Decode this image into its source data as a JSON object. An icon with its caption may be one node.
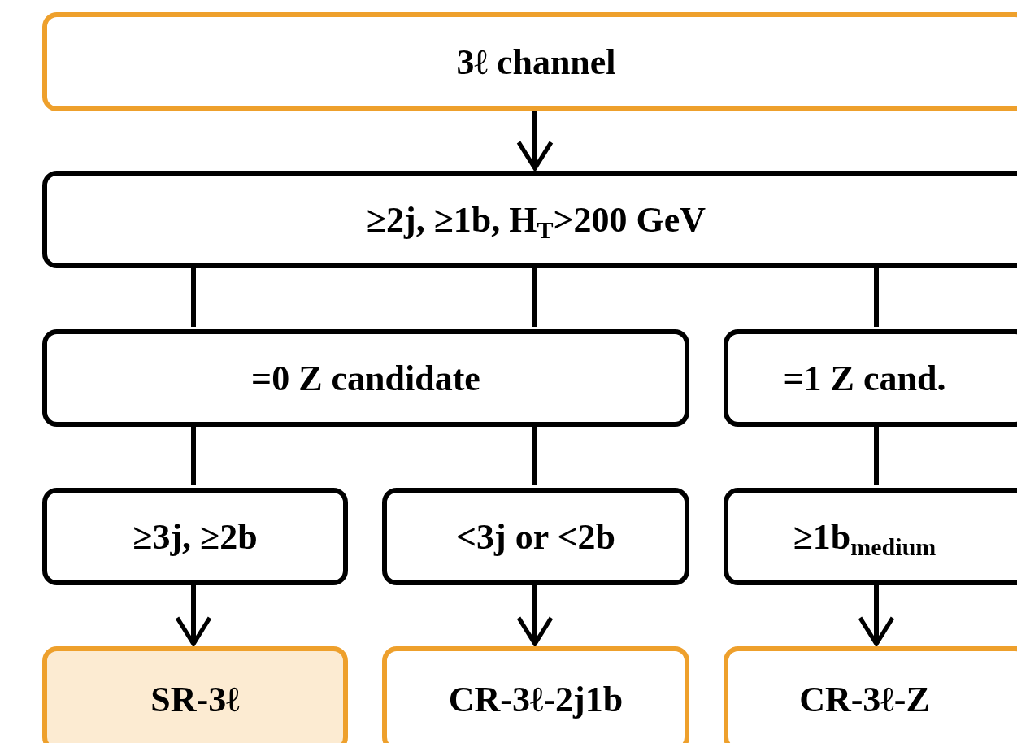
{
  "diagram": {
    "nodes": [
      {
        "text": [
          "3ℓ channel"
        ]
      },
      {
        "text": [
          "≥2j, ≥1b, H$_{T}$>200 GeV"
        ]
      },
      {
        "text": [
          "=0 Z candidate"
        ]
      },
      {
        "text": [
          "=1 Z cand."
        ]
      },
      {
        "text": [
          "≥3j, ≥2b"
        ]
      },
      {
        "text": [
          "<3j or <2b"
        ]
      },
      {
        "text": [
          "≥1b$_{medium}$"
        ]
      },
      {
        "text": [
          "SR-3ℓ"
        ]
      },
      {
        "text": [
          "CR-3ℓ-2j1b"
        ]
      },
      {
        "text": [
          "CR-3ℓ-Z"
        ]
      }
    ],
    "edges": [
      {
        "from": 0,
        "to": 1,
        "arrow": "to"
      },
      {
        "from": 1,
        "to": 2,
        "arrow": "none"
      },
      {
        "from": 1,
        "to": 2,
        "arrow": "none"
      },
      {
        "from": 1,
        "to": 3,
        "arrow": "none"
      },
      {
        "from": 2,
        "to": 4,
        "arrow": "none"
      },
      {
        "from": 2,
        "to": 5,
        "arrow": "none"
      },
      {
        "from": 3,
        "to": 6,
        "arrow": "none"
      },
      {
        "from": 4,
        "to": 7,
        "arrow": "to"
      },
      {
        "from": 5,
        "to": 8,
        "arrow": "to"
      },
      {
        "from": 6,
        "to": 9,
        "arrow": "to"
      }
    ]
  }
}
